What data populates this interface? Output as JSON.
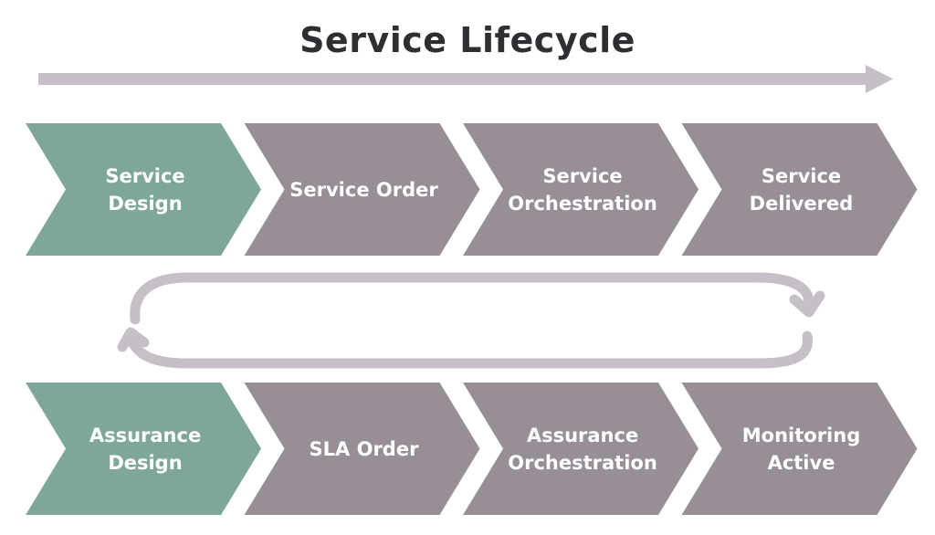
{
  "title": "Service Lifecycle",
  "colors": {
    "accent": "#7fa797",
    "step": "#978e96",
    "arrow": "#c6bfc7",
    "title": "#2f2f33",
    "label": "#ffffff"
  },
  "service_steps": [
    {
      "lines": [
        "Service",
        "Design"
      ],
      "highlight": true
    },
    {
      "lines": [
        "Service Order"
      ],
      "highlight": false
    },
    {
      "lines": [
        "Service",
        "Orchestration"
      ],
      "highlight": false
    },
    {
      "lines": [
        "Service",
        "Delivered"
      ],
      "highlight": false
    }
  ],
  "assurance_steps": [
    {
      "lines": [
        "Assurance",
        "Design"
      ],
      "highlight": true
    },
    {
      "lines": [
        "SLA Order"
      ],
      "highlight": false
    },
    {
      "lines": [
        "Assurance",
        "Orchestration"
      ],
      "highlight": false
    },
    {
      "lines": [
        "Monitoring",
        "Active"
      ],
      "highlight": false
    }
  ]
}
